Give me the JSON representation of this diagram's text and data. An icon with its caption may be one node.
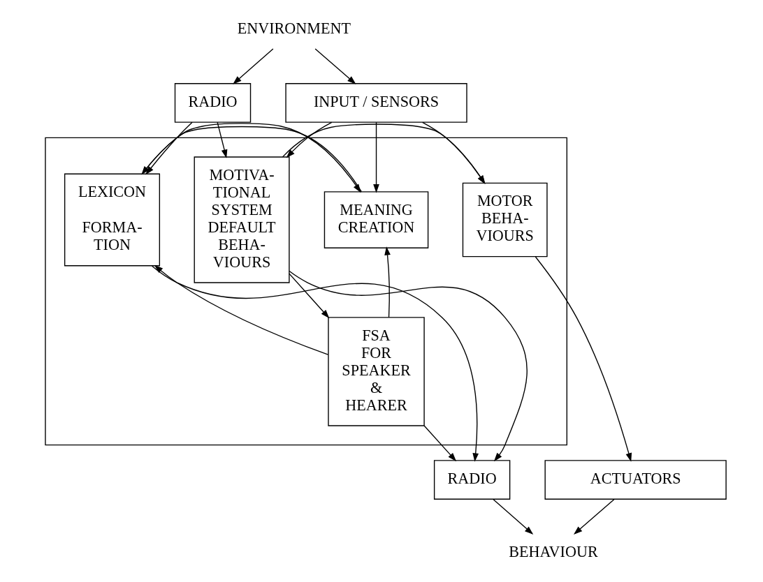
{
  "diagram": {
    "nodes": [
      {
        "text": [
          "ENVIRONMENT"
        ]
      },
      {
        "text": [
          "RADIO"
        ]
      },
      {
        "text": [
          "INPUT / SENSORS"
        ]
      },
      {
        "text": [],
        "shape": "box"
      },
      {
        "text": [
          "LEXICON",
          "FORMA- TION"
        ],
        "in": 3
      },
      {
        "text": [
          "MEANING CREATION"
        ],
        "in": 3
      },
      {
        "text": [
          "FSA FOR SPEAKER & HEARER"
        ],
        "in": 3
      },
      {
        "text": [
          "MOTIVA- TIONAL SYSTEM DEFAULT BEHA- VIOURS"
        ],
        "in": 3
      },
      {
        "text": [
          "MOTOR BEHA- VIOURS"
        ],
        "in": 3
      },
      {
        "text": [
          "RADIO"
        ]
      },
      {
        "text": [
          "ACTUATORS"
        ]
      },
      {
        "text": [
          "BEHAVIOUR"
        ]
      }
    ],
    "edges": [
      {
        "from": 0,
        "to": 1,
        "arrow": "to"
      },
      {
        "from": 0,
        "to": 2,
        "arrow": "to"
      },
      {
        "from": 1,
        "to": 4,
        "arrow": "to"
      },
      {
        "from": 1,
        "to": 7,
        "arrow": "to"
      },
      {
        "from": 2,
        "to": 5,
        "arrow": "to"
      },
      {
        "from": 2,
        "to": 7,
        "arrow": "to"
      },
      {
        "from": 2,
        "to": 8,
        "arrow": "to"
      },
      {
        "from": 5,
        "to": 4,
        "arrow": "to"
      },
      {
        "from": 4,
        "to": 5,
        "arrow": "to"
      },
      {
        "from": 6,
        "to": 5,
        "arrow": "to"
      },
      {
        "from": 6,
        "to": 4,
        "arrow": "to"
      },
      {
        "from": 7,
        "to": 6,
        "arrow": "to"
      },
      {
        "from": 7,
        "to": 8,
        "arrow": "to"
      },
      {
        "from": 4,
        "to": 9,
        "arrow": "to"
      },
      {
        "from": 6,
        "to": 9,
        "arrow": "to"
      },
      {
        "from": 7,
        "to": 9,
        "arrow": "to"
      },
      {
        "from": 8,
        "to": 10,
        "arrow": "to"
      },
      {
        "from": 9,
        "to": 11,
        "arrow": "to"
      },
      {
        "from": 10,
        "to": 11,
        "arrow": "to"
      }
    ]
  }
}
